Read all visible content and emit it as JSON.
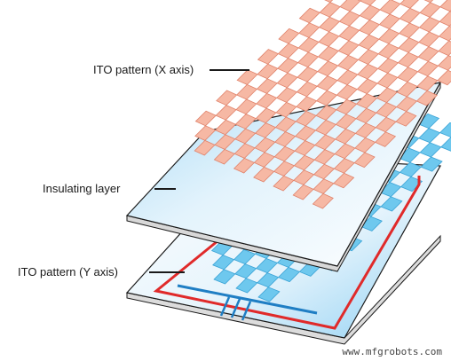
{
  "labels": {
    "x_pattern": "ITO pattern (X axis)",
    "insulating": "Insulating layer",
    "y_pattern": "ITO pattern (Y axis)"
  },
  "watermark": "www.mfgrobots.com",
  "colors": {
    "ito_x": "#f6b8a4",
    "ito_x_stroke": "#e0826a",
    "ito_y": "#6ec8ee",
    "ito_y_stroke": "#3aa3d6",
    "trace_red": "#e02a2a",
    "trace_blue": "#1f7ec4",
    "layer_light": "#eaf6fd",
    "layer_blue": "#b7e0f6",
    "edge": "#1a1a1a"
  }
}
